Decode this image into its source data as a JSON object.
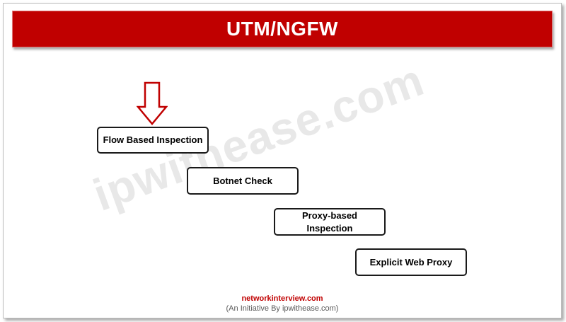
{
  "title": "UTM/NGFW",
  "watermark": "ipwithease.com",
  "steps": [
    {
      "label": "Flow Based Inspection"
    },
    {
      "label": "Botnet Check"
    },
    {
      "label_line1": "Proxy-based",
      "label_line2": "Inspection"
    },
    {
      "label": "Explicit Web Proxy"
    }
  ],
  "footer": {
    "site": "networkinterview.com",
    "tagline": "(An Initiative By ipwithease.com)"
  },
  "colors": {
    "banner": "#c00000",
    "arrow": "#c00000",
    "box_border": "#1a1a1a"
  },
  "icons": {
    "indicator": "down-arrow-icon"
  }
}
